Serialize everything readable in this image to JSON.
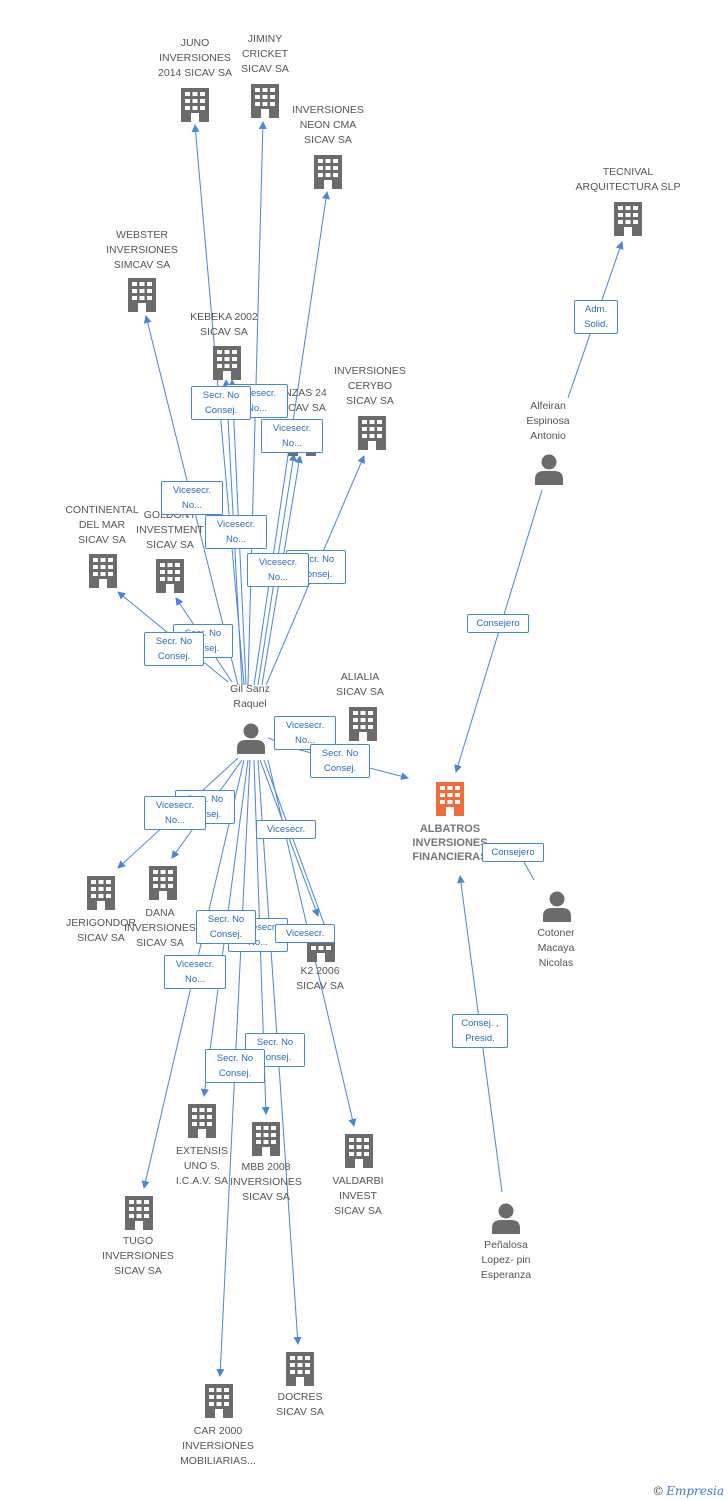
{
  "colors": {
    "edge": "#4a86d6",
    "icon": "#6b6b6b",
    "main_icon": "#f26b3a",
    "text": "#555555"
  },
  "nodes": {
    "juno": {
      "label": "JUNO\nINVERSIONES\n2014 SICAV SA",
      "icon": "building-icon"
    },
    "jiminy": {
      "label": "JIMINY\nCRICKET\nSICAV SA",
      "icon": "building-icon"
    },
    "neon": {
      "label": "INVERSIONES\nNEON CMA\nSICAV SA",
      "icon": "building-icon"
    },
    "webster": {
      "label": "WEBSTER\nINVERSIONES\nSIMCAV SA",
      "icon": "building-icon"
    },
    "kebeka": {
      "label": "KEBEKA 2002\nSICAV SA",
      "icon": "building-icon"
    },
    "anzas": {
      "label": "ANZAS 24\nSICAV SA",
      "icon": "building-icon"
    },
    "cerybo": {
      "label": "INVERSIONES\nCERYBO\nSICAV SA",
      "icon": "building-icon"
    },
    "continental": {
      "label": "CONTINENTAL\nDEL MAR\nSICAV SA",
      "icon": "building-icon"
    },
    "goldony": {
      "label": "GOLDONY\nINVESTMENT\nSICAV SA",
      "icon": "building-icon"
    },
    "alialia": {
      "label": "ALIALIA\nSICAV SA",
      "icon": "building-icon"
    },
    "tecnival": {
      "label": "TECNIVAL\nARQUITECTURA SLP",
      "icon": "building-icon"
    },
    "alfeiran": {
      "label": "Alfeiran\nEspinosa\nAntonio",
      "icon": "person-icon"
    },
    "gil": {
      "label": "Gil Sanz\nRaquel",
      "icon": "person-icon"
    },
    "albatros": {
      "label": "ALBATROS\nINVERSIONES\nFINANCIERAS",
      "icon": "building-icon"
    },
    "cotoner": {
      "label": "Cotoner\nMacaya\nNicolas",
      "icon": "person-icon"
    },
    "jerigondor": {
      "label": "JERIGONDOR\nSICAV SA",
      "icon": "building-icon"
    },
    "dana": {
      "label": "DANA\nINVERSIONES\nSICAV SA",
      "icon": "building-icon"
    },
    "k2": {
      "label": "K2 2006\nSICAV SA",
      "icon": "building-icon"
    },
    "extensis": {
      "label": "EXTENSIS\nUNO S.\nI.C.A.V. SA",
      "icon": "building-icon"
    },
    "mbb": {
      "label": "MBB 2008\nINVERSIONES\nSICAV SA",
      "icon": "building-icon"
    },
    "valdarbi": {
      "label": "VALDARBI\nINVEST\nSICAV SA",
      "icon": "building-icon"
    },
    "tugo": {
      "label": "TUGO\nINVERSIONES\nSICAV SA",
      "icon": "building-icon"
    },
    "penalosa": {
      "label": "Peñalosa\nLopez- pin\nEsperanza",
      "icon": "person-icon"
    },
    "docres": {
      "label": "DOCRES\nSICAV SA",
      "icon": "building-icon"
    },
    "car2000": {
      "label": "CAR 2000\nINVERSIONES\nMOBILIARIAS...",
      "icon": "building-icon"
    }
  },
  "edge_labels": {
    "adm": "Adm.\nSolid.",
    "consejero1": "Consejero",
    "consejero2": "Consejero",
    "consejo_presid": "Consej. ,\nPresid.",
    "kebeka_secr": "Secr.  No\nConsej.",
    "kebeka_vice": "Vicesecr.\nNo...",
    "anzas_vice": "Vicesecr.\nNo...",
    "webster_vice": "Vicesecr.\nNo...",
    "goldony_vice": "Vicesecr.\nNo...",
    "cerybo_secr": "Secr.  No\nConsej.",
    "neon_vice": "Vicesecr.\nNo...",
    "goldony_secr": "Secr.  No\nConsej.",
    "continental_secr": "Secr.  No\nConsej.",
    "alialia_vice": "Vicesecr.\nNo...",
    "albatros_secr": "Secr.  No\nConsej.",
    "dana_secr": "Secr.  No\nConsej.",
    "jerigondor_vice": "Vicesecr.\nNo...",
    "k2_vice1": "Vicesecr.",
    "extensis_secr": "Secr.  No\nConsej.",
    "mbb_vice": "Vicesecr.\nNo...",
    "k2_vice2": "Vicesecr.",
    "tugo_vice": "Vicesecr.\nNo...",
    "docres_secr": "Secr.  No\nConsej.",
    "car_secr": "Secr.  No\nConsej."
  },
  "brand": {
    "copyright": "©",
    "name": "Empresia"
  }
}
